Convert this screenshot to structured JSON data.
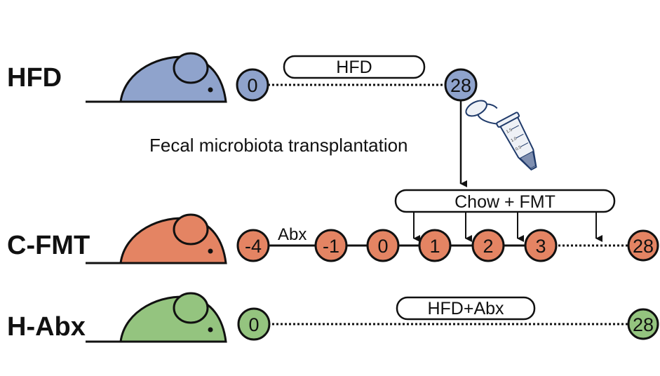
{
  "colors": {
    "hfd": "#8fa3cc",
    "fmt": "#e48463",
    "abx": "#94c47f",
    "stroke": "#111111"
  },
  "groups": {
    "hfd": {
      "label": "HFD",
      "pill": "HFD",
      "nodes": [
        "0",
        "28"
      ]
    },
    "cfmt": {
      "label": "C-FMT",
      "pill": "Chow + FMT",
      "pre_label": "Abx",
      "nodes": [
        "-4",
        "-1",
        "0",
        "1",
        "2",
        "3",
        "28"
      ]
    },
    "habx": {
      "label": "H-Abx",
      "pill": "HFD+Abx",
      "nodes": [
        "0",
        "28"
      ]
    }
  },
  "transfer_label": "Fecal microbiota transplantation",
  "tube_marks": [
    "1.5",
    "1.0",
    "0.5"
  ],
  "icons": [
    "mouse-icon",
    "microcentrifuge-tube-icon"
  ]
}
